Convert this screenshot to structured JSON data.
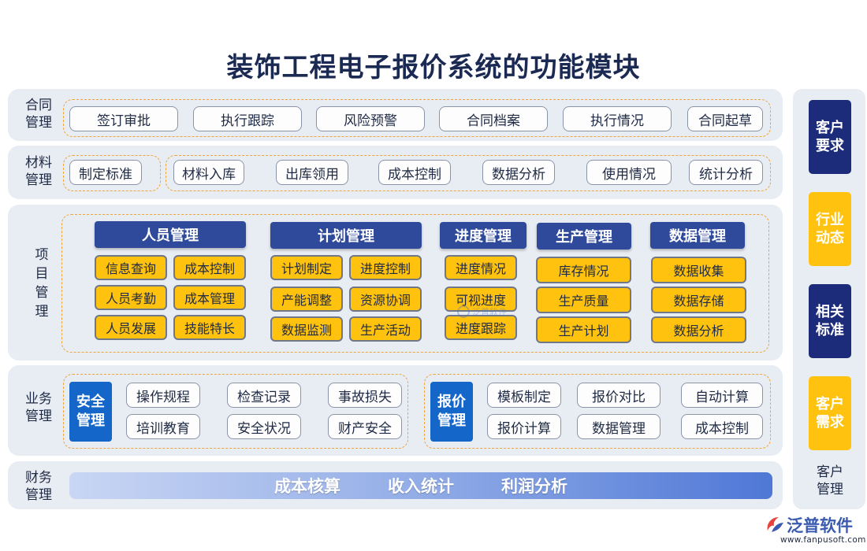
{
  "title": "装饰工程电子报价系统的功能模块",
  "contract": {
    "label": [
      "合同",
      "管理"
    ],
    "items": [
      "签订审批",
      "执行跟踪",
      "风险预警",
      "合同档案",
      "执行情况",
      "合同起草"
    ]
  },
  "material": {
    "label": [
      "材料",
      "管理"
    ],
    "first": "制定标准",
    "items": [
      "材料入库",
      "出库领用",
      "成本控制",
      "数据分析",
      "使用情况",
      "统计分析"
    ]
  },
  "project": {
    "label": [
      "项",
      "目",
      "管",
      "理"
    ],
    "groups": [
      {
        "header": "人员管理",
        "items": [
          "信息查询",
          "成本控制",
          "人员考勤",
          "成本管理",
          "人员发展",
          "技能特长"
        ]
      },
      {
        "header": "计划管理",
        "items": [
          "计划制定",
          "进度控制",
          "产能调整",
          "资源协调",
          "数据监测",
          "生产活动"
        ]
      },
      {
        "header": "进度管理",
        "items": [
          "进度情况",
          "可视进度",
          "进度跟踪"
        ]
      },
      {
        "header": "生产管理",
        "items": [
          "库存情况",
          "生产质量",
          "生产计划"
        ]
      },
      {
        "header": "数据管理",
        "items": [
          "数据收集",
          "数据存储",
          "数据分析"
        ]
      }
    ]
  },
  "business": {
    "label": [
      "业务",
      "管理"
    ],
    "safety": {
      "label": [
        "安全",
        "管理"
      ],
      "items": [
        "操作规程",
        "检查记录",
        "事故损失",
        "培训教育",
        "安全状况",
        "财产安全"
      ]
    },
    "quote": {
      "label": [
        "报价",
        "管理"
      ],
      "items": [
        "模板制定",
        "报价对比",
        "自动计算",
        "报价计算",
        "数据管理",
        "成本控制"
      ]
    }
  },
  "finance": {
    "label": [
      "财务",
      "管理"
    ],
    "items": [
      "成本核算",
      "收入统计",
      "利润分析"
    ]
  },
  "customer": {
    "boxes": [
      {
        "lines": [
          "客户",
          "要求"
        ],
        "color": "#1d2c7a"
      },
      {
        "lines": [
          "行业",
          "动态"
        ],
        "color": "#ffc20e"
      },
      {
        "lines": [
          "相关",
          "标准"
        ],
        "color": "#1d2c7a"
      },
      {
        "lines": [
          "客户",
          "需求"
        ],
        "color": "#ffc20e"
      }
    ],
    "label": [
      "客户",
      "管理"
    ]
  },
  "watermark": "泛普软件",
  "brand": {
    "name": "泛普软件",
    "url": "www.fanpusoft.com"
  },
  "colors": {
    "navy": "#1d2c7a",
    "header_blue": "#2f4a9a",
    "yellow": "#ffc20e",
    "block_blue": "#1466c8",
    "dash_orange": "#f0a53a",
    "panel_grey": "#e8ecf3"
  }
}
